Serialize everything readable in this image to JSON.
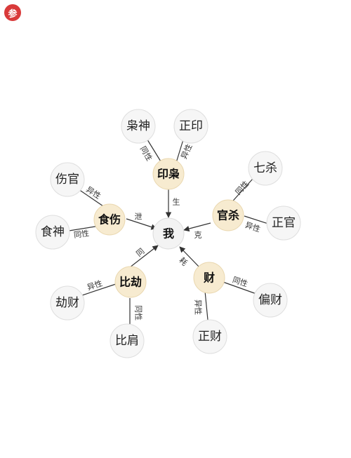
{
  "logo": {
    "text": "参"
  },
  "center": {
    "label": "我"
  },
  "categories": {
    "yinxiao": "印枭",
    "shishang": "食伤",
    "guansha": "官杀",
    "bijie": "比劫",
    "cai": "财"
  },
  "gods": {
    "xiaoshen": "枭神",
    "zhengyin": "正印",
    "shangguan": "伤官",
    "shishen": "食神",
    "qisha": "七杀",
    "zhengguan": "正官",
    "jiecai": "劫财",
    "bijian": "比肩",
    "piancai": "偏财",
    "zhengcai": "正财"
  },
  "relations": {
    "sheng": "生",
    "xie": "泄",
    "ke": "克",
    "tong": "同",
    "hao": "耗",
    "same_polarity": "同性",
    "diff_polarity": "异性"
  }
}
